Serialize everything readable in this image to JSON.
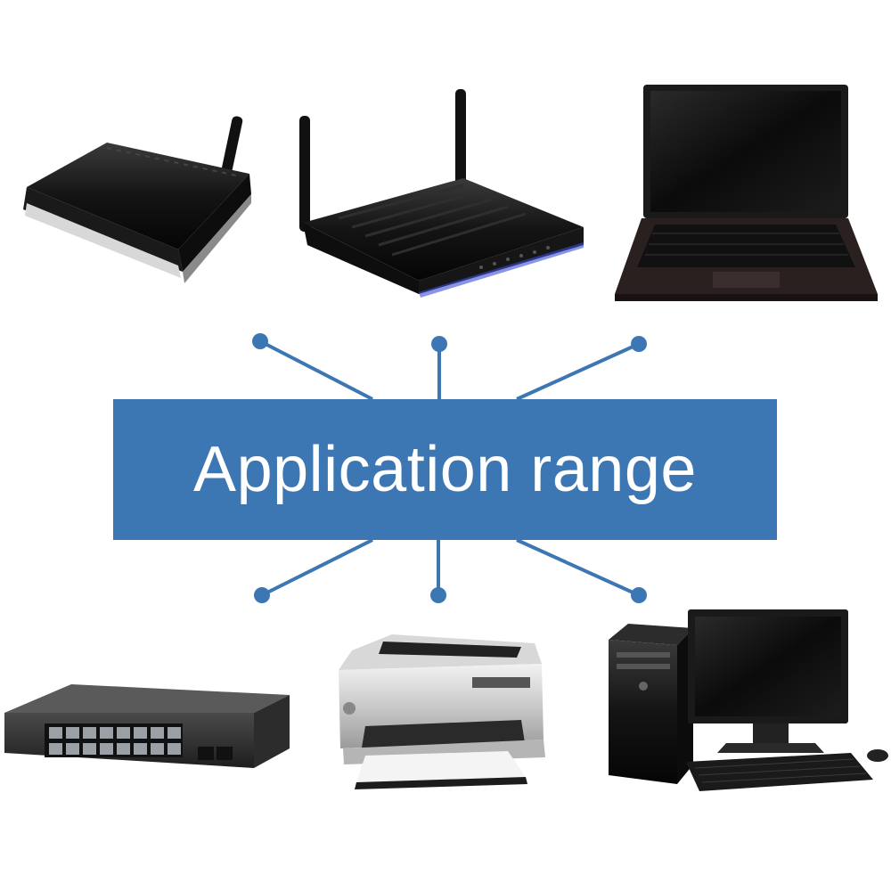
{
  "banner": {
    "text": "Application range",
    "color": "#3d77b3",
    "text_color": "#ffffff"
  },
  "connector": {
    "color": "#3d77b3"
  },
  "devices": [
    {
      "name": "adsl-modem-router",
      "icon": "modem-router-icon"
    },
    {
      "name": "wireless-router",
      "icon": "wifi-router-icon"
    },
    {
      "name": "laptop",
      "icon": "laptop-icon"
    },
    {
      "name": "network-switch",
      "icon": "switch-icon"
    },
    {
      "name": "laser-printer",
      "icon": "printer-icon"
    },
    {
      "name": "desktop-computer",
      "icon": "desktop-computer-icon"
    }
  ]
}
